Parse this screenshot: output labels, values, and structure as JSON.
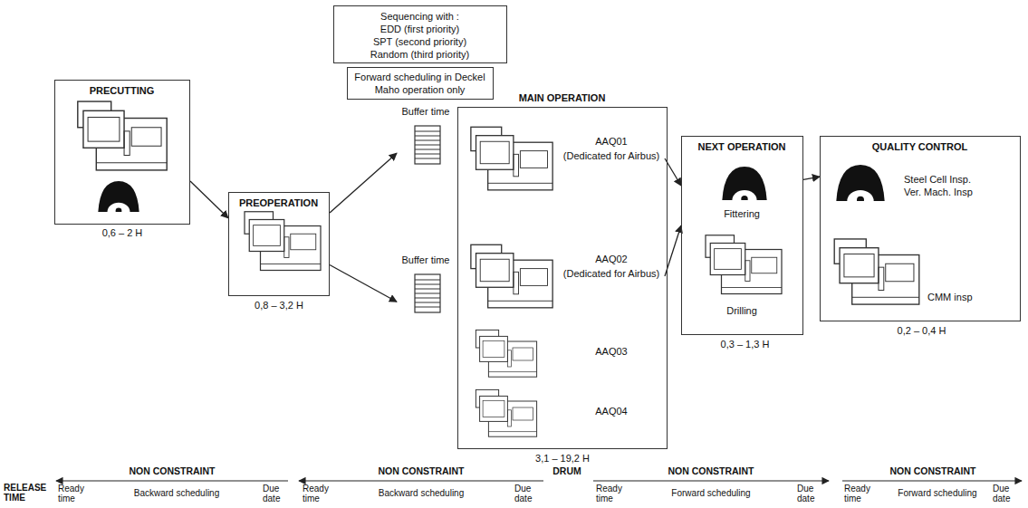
{
  "diagram": {
    "nodes": [
      {
        "text": [
          "Sequencing with :",
          "EDD (first priority)",
          "SPT (second priority)",
          "Random (third priority)"
        ]
      },
      {
        "text": [
          "Forward scheduling in Deckel Maho operation only"
        ]
      },
      {
        "text": [
          "PRECUTTING"
        ]
      },
      {
        "text": [
          "PREOPERATION"
        ]
      },
      {
        "text": [
          "Buffer time"
        ]
      },
      {
        "text": [
          "Buffer time"
        ]
      },
      {
        "text": [
          "MAIN OPERATION"
        ]
      },
      {
        "text": [
          "AAQ01",
          "(Dedicated for Airbus)"
        ],
        "in": 6
      },
      {
        "text": [
          "AAQ02",
          "(Dedicated for Airbus)"
        ],
        "in": 6
      },
      {
        "text": [
          "AAQ03"
        ],
        "in": 6
      },
      {
        "text": [
          "AAQ04"
        ],
        "in": 6
      },
      {
        "text": [
          "NEXT OPERATION",
          "Fittering",
          "Drilling"
        ]
      },
      {
        "text": [
          "QUALITY CONTROL",
          "Steel Cell Insp.",
          "Ver. Mach. Insp",
          "CMM insp"
        ]
      }
    ],
    "edges": [
      {
        "from": 2,
        "to": 3,
        "arrow": "to"
      },
      {
        "from": 3,
        "to": 4,
        "arrow": "to"
      },
      {
        "from": 3,
        "to": 5,
        "arrow": "to"
      },
      {
        "from": 7,
        "to": 11,
        "arrow": "to"
      },
      {
        "from": 8,
        "to": 11,
        "arrow": "to"
      },
      {
        "from": 11,
        "to": 12,
        "arrow": "to"
      }
    ],
    "labels": [
      "0,6 – 2 H",
      "0,8 – 3,2 H",
      "3,1 – 19,2 H",
      "0,3 – 1,3 H",
      "0,2 – 0,4 H",
      "RELEASE TIME",
      "NON CONSTRAINT",
      "Ready time",
      "Backward scheduling",
      "Due date",
      "NON CONSTRAINT",
      "Ready time",
      "Backward scheduling",
      "Due date",
      "DRUM",
      "NON CONSTRAINT",
      "Ready time",
      "Forward scheduling",
      "Due date",
      "NON CONSTRAINT",
      "Ready time",
      "Forward scheduling",
      "Due date"
    ]
  }
}
